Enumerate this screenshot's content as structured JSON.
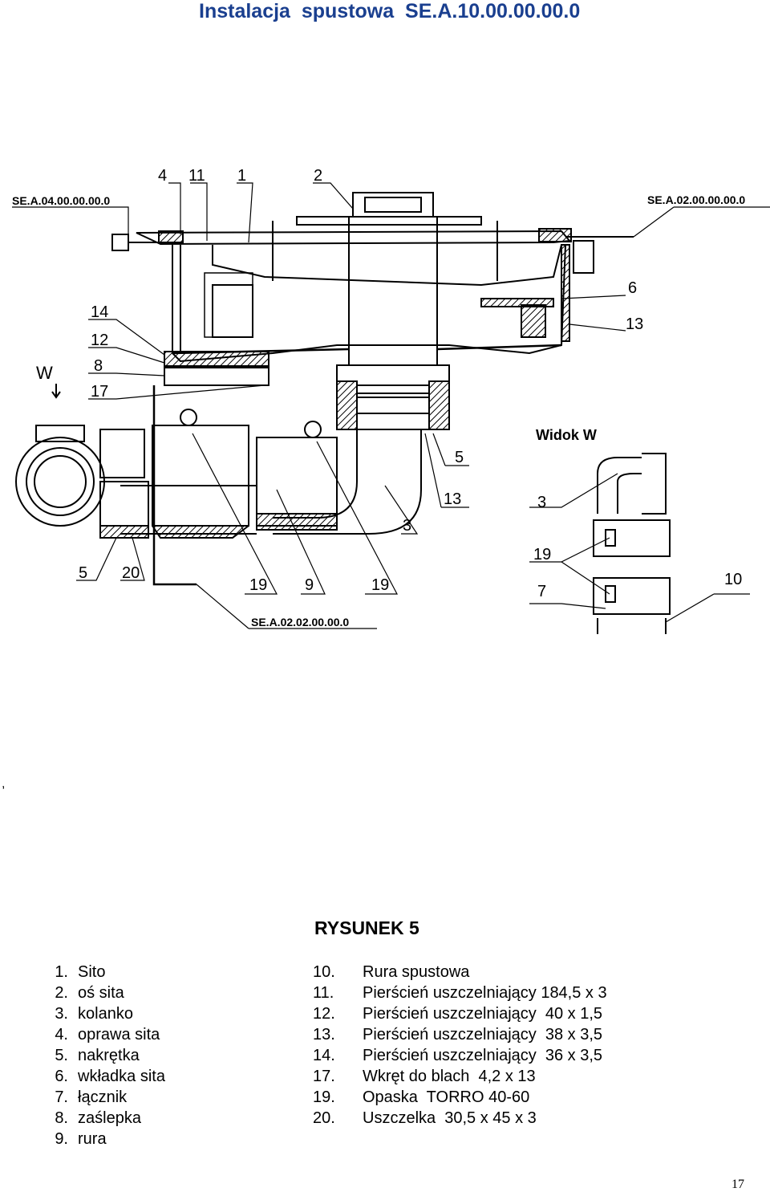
{
  "page_title": "Instalacja  spustowa  SE.A.10.00.00.00.0",
  "drawing": {
    "refs": {
      "left_ref": "SE.A.04.00.00.00.0",
      "right_ref": "SE.A.02.00.00.00.0",
      "bottom_ref": "SE.A.02.02.00.00.0"
    },
    "view_label": "Widok W",
    "w_arrow_label": "W",
    "callouts": {
      "c4": "4",
      "c11": "11",
      "c1": "1",
      "c2": "2",
      "c6": "6",
      "c13_top": "13",
      "c14": "14",
      "c12": "12",
      "c8": "8",
      "c17": "17",
      "c5_mid": "5",
      "c13_mid": "13",
      "c3_mid": "3",
      "c5_left": "5",
      "c20": "20",
      "c19_a": "19",
      "c9": "9",
      "c19_b": "19",
      "c3_view": "3",
      "c19_view": "19",
      "c7_view": "7",
      "c10_view": "10"
    }
  },
  "stray_mark": ",",
  "figure_title": "RYSUNEK 5",
  "legend_left": [
    {
      "num": "1.",
      "text": "Sito"
    },
    {
      "num": "2.",
      "text": "oś sita"
    },
    {
      "num": "3.",
      "text": "kolanko"
    },
    {
      "num": "4.",
      "text": "oprawa sita"
    },
    {
      "num": "5.",
      "text": "nakrętka"
    },
    {
      "num": "6.",
      "text": "wkładka sita"
    },
    {
      "num": "7.",
      "text": "łącznik"
    },
    {
      "num": "8.",
      "text": "zaślepka"
    },
    {
      "num": "9.",
      "text": "rura"
    }
  ],
  "legend_right": [
    {
      "num": "10.",
      "text": "Rura spustowa"
    },
    {
      "num": "11.",
      "text": "Pierścień uszczelniający 184,5 x 3"
    },
    {
      "num": "12.",
      "text": "Pierścień uszczelniający  40 x 1,5"
    },
    {
      "num": "13.",
      "text": "Pierścień uszczelniający  38 x 3,5"
    },
    {
      "num": "14.",
      "text": "Pierścień uszczelniający  36 x 3,5"
    },
    {
      "num": "17.",
      "text": "Wkręt do blach  4,2 x 13"
    },
    {
      "num": "19.",
      "text": "Opaska  TORRO 40-60"
    },
    {
      "num": "20.",
      "text": "Uszczelka  30,5 x 45 x 3"
    }
  ],
  "page_number": "17"
}
